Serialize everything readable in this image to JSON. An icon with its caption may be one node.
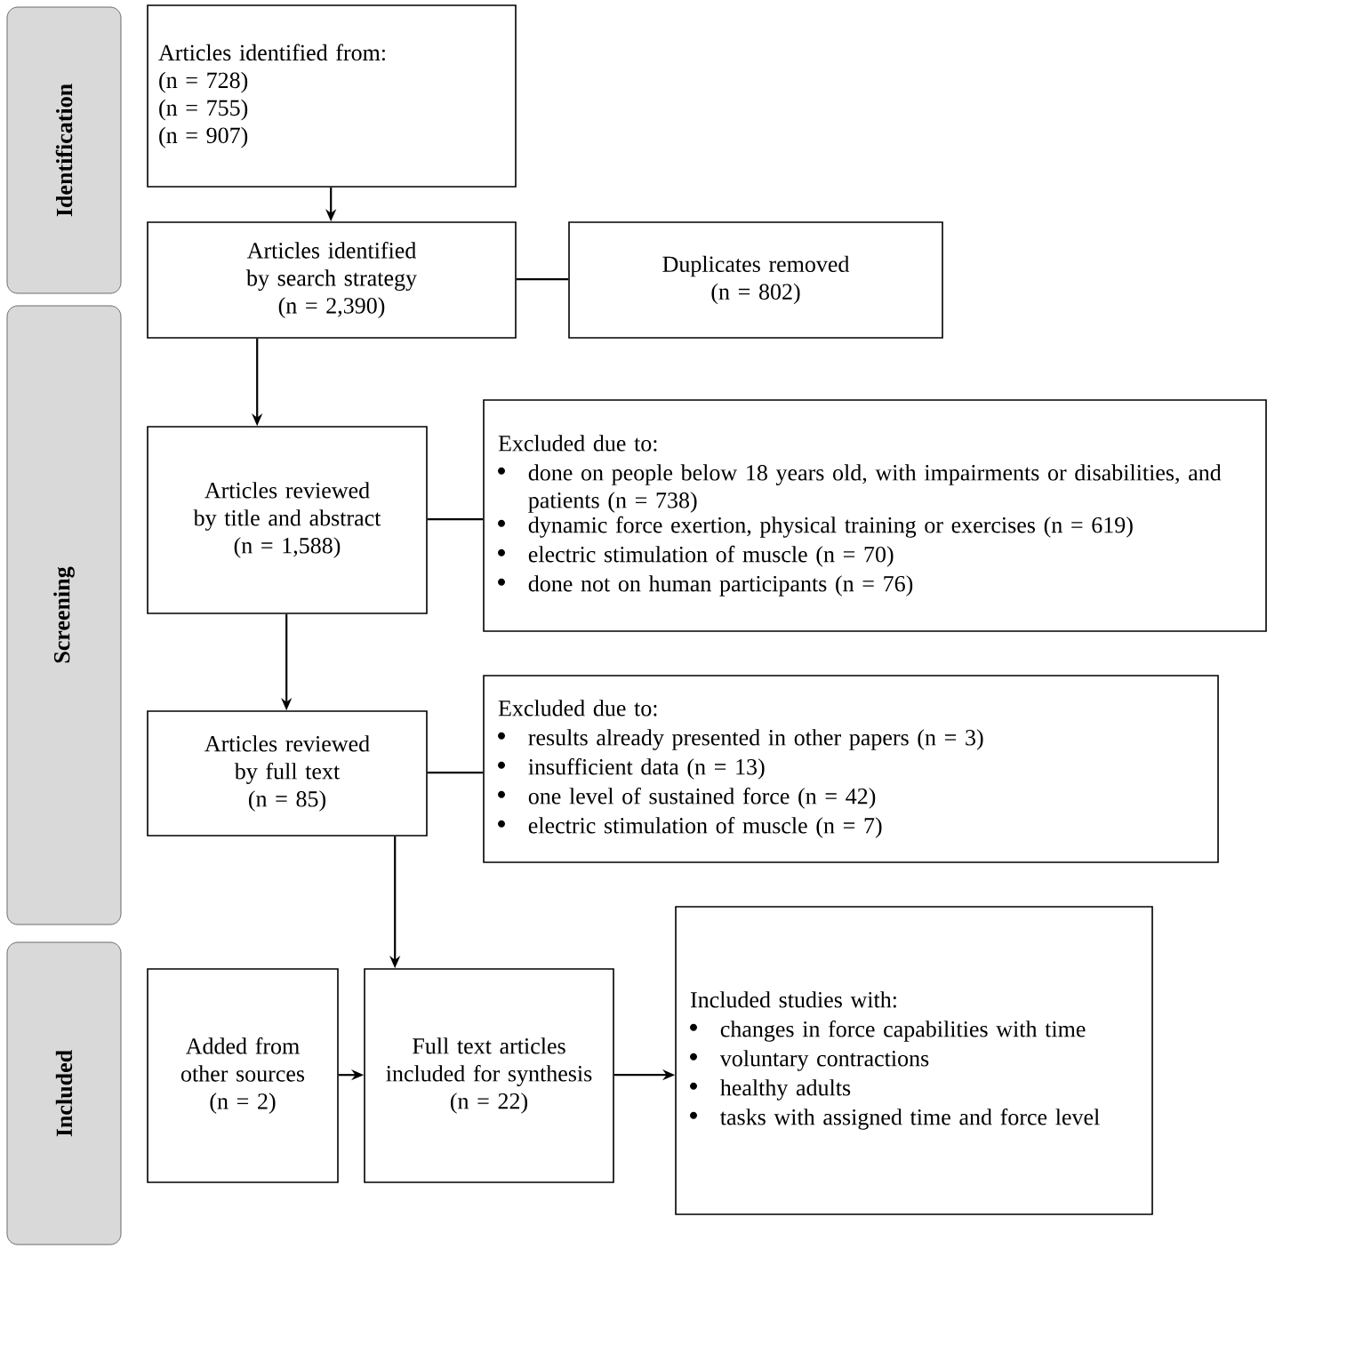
{
  "diagram": {
    "nodes": [
      {
        "text": [
          "Identification"
        ]
      },
      {
        "text": [
          "Screening"
        ]
      },
      {
        "text": [
          "Included"
        ]
      },
      {
        "text": [
          "Articles identified from:",
          "(n = 728)",
          "(n = 755)",
          "(n = 907)"
        ]
      },
      {
        "text": [
          "Articles identified by search strategy",
          "(n = 2,390)"
        ]
      },
      {
        "text": [
          "Duplicates removed",
          "(n = 802)"
        ]
      },
      {
        "text": [
          "Articles reviewed by title and abstract",
          "(n = 1,588)"
        ]
      },
      {
        "text": [
          "Excluded due to:",
          "done on people below 18 years old, with impairments or disabilities, and patients (n = 738)",
          "dynamic force exertion, physical training or exercises (n = 619)",
          "electric stimulation of muscle (n = 70)",
          "done not on human participants (n = 76)"
        ]
      },
      {
        "text": [
          "Articles reviewed by full text",
          "(n = 85)"
        ]
      },
      {
        "text": [
          "Excluded due to:",
          "results already presented in other papers  (n = 3)",
          "insufficient data (n = 13)",
          "one level of sustained force (n = 42)",
          "electric stimulation of muscle (n = 7)"
        ]
      },
      {
        "text": [
          "Added from other sources",
          "(n = 2)"
        ]
      },
      {
        "text": [
          "Full text articles included for synthesis",
          "(n = 22)"
        ]
      },
      {
        "text": [
          "Included studies with:",
          "changes in force capabilities with time",
          "voluntary contractions",
          "healthy adults",
          "tasks with assigned time and force level"
        ]
      }
    ],
    "edges": [
      {
        "from": 3,
        "to": 4,
        "arrow": "to"
      },
      {
        "from": 4,
        "to": 5,
        "arrow": "none"
      },
      {
        "from": 4,
        "to": 6,
        "arrow": "to"
      },
      {
        "from": 6,
        "to": 7,
        "arrow": "none"
      },
      {
        "from": 6,
        "to": 8,
        "arrow": "to"
      },
      {
        "from": 8,
        "to": 9,
        "arrow": "none"
      },
      {
        "from": 8,
        "to": 11,
        "arrow": "to"
      },
      {
        "from": 10,
        "to": 11,
        "arrow": "to"
      },
      {
        "from": 11,
        "to": 12,
        "arrow": "to"
      }
    ]
  }
}
